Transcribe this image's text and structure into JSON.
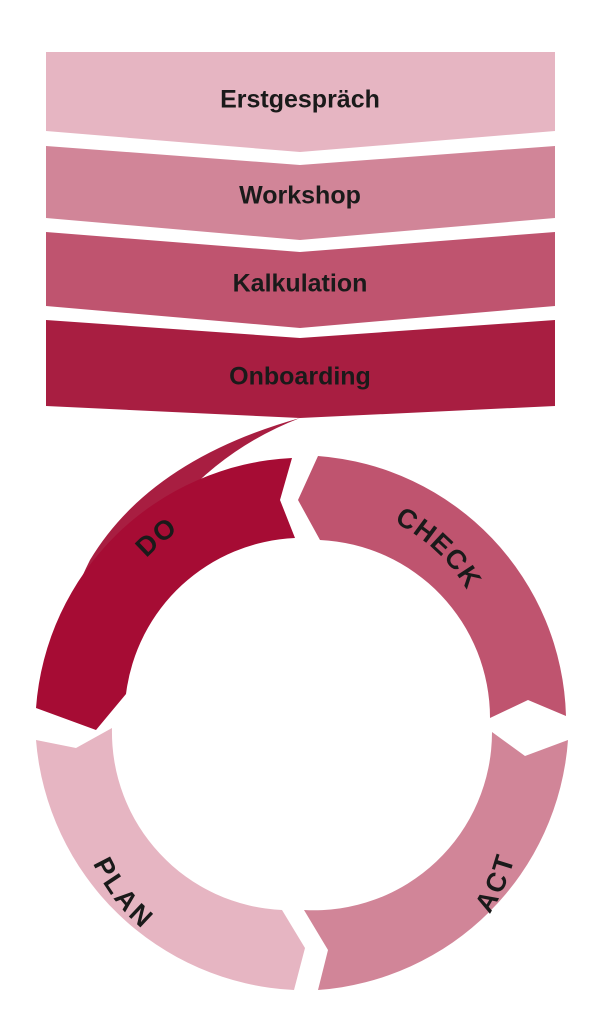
{
  "steps": [
    {
      "label": "Erstgespräch",
      "color": "#e6b5c2"
    },
    {
      "label": "Workshop",
      "color": "#d18598"
    },
    {
      "label": "Kalkulation",
      "color": "#bf546f"
    },
    {
      "label": "Onboarding",
      "color": "#a81e41"
    }
  ],
  "cycle": [
    {
      "label": "DO",
      "color": "#a60c34"
    },
    {
      "label": "CHECK",
      "color": "#bf546f"
    },
    {
      "label": "ACT",
      "color": "#d18598"
    },
    {
      "label": "PLAN",
      "color": "#e6b5c2"
    }
  ]
}
